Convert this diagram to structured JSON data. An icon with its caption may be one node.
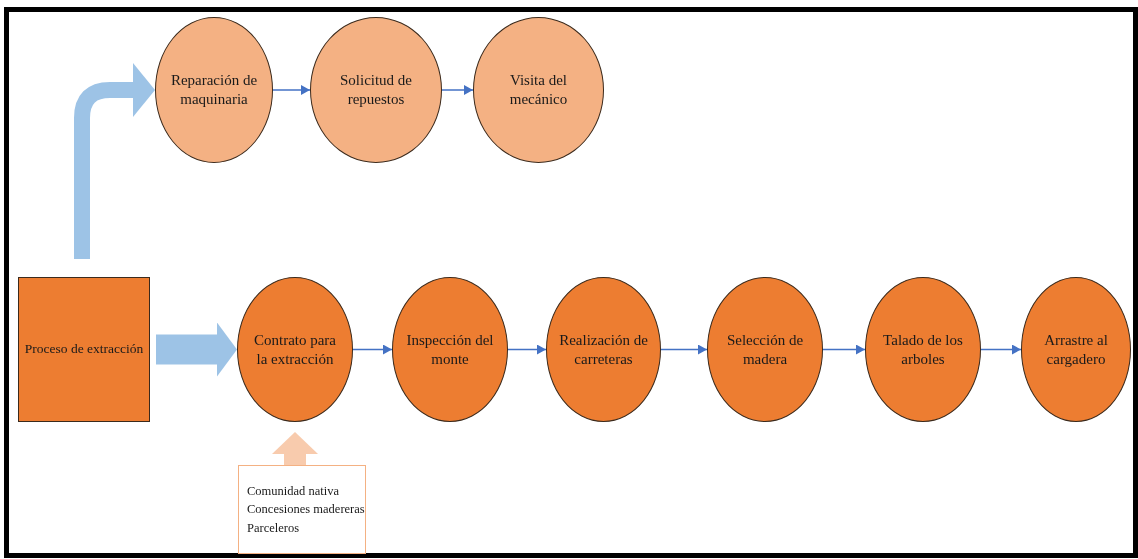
{
  "diagram": {
    "nodes": [
      {
        "text": [
          "Reparación de maquinaria"
        ]
      },
      {
        "text": [
          "Solicitud de repuestos"
        ]
      },
      {
        "text": [
          "Visita del mecánico"
        ]
      },
      {
        "text": [
          "Proceso de extracción"
        ]
      },
      {
        "text": [
          "Contrato para la extracción"
        ]
      },
      {
        "text": [
          "Inspección del monte"
        ]
      },
      {
        "text": [
          "Realización de carreteras"
        ]
      },
      {
        "text": [
          "Selección de madera"
        ]
      },
      {
        "text": [
          "Talado de los arboles"
        ]
      },
      {
        "text": [
          "Arrastre al cargadero"
        ]
      },
      {
        "text": [
          "Comunidad nativa",
          "Concesiones madereras",
          "Parceleros"
        ]
      }
    ],
    "edges": [
      {
        "from": 3,
        "to": 0,
        "arrow": "to",
        "style": "thick",
        "color": "#9dc3e6"
      },
      {
        "from": 0,
        "to": 1,
        "arrow": "to"
      },
      {
        "from": 1,
        "to": 2,
        "arrow": "to"
      },
      {
        "from": 3,
        "to": 4,
        "arrow": "to",
        "style": "thick",
        "color": "#9dc3e6"
      },
      {
        "from": 4,
        "to": 5,
        "arrow": "to"
      },
      {
        "from": 5,
        "to": 6,
        "arrow": "to"
      },
      {
        "from": 6,
        "to": 7,
        "arrow": "to"
      },
      {
        "from": 7,
        "to": 8,
        "arrow": "to"
      },
      {
        "from": 8,
        "to": 9,
        "arrow": "to"
      },
      {
        "from": 10,
        "to": 4,
        "arrow": "to",
        "style": "thick",
        "color": "#f8cbad"
      }
    ]
  }
}
